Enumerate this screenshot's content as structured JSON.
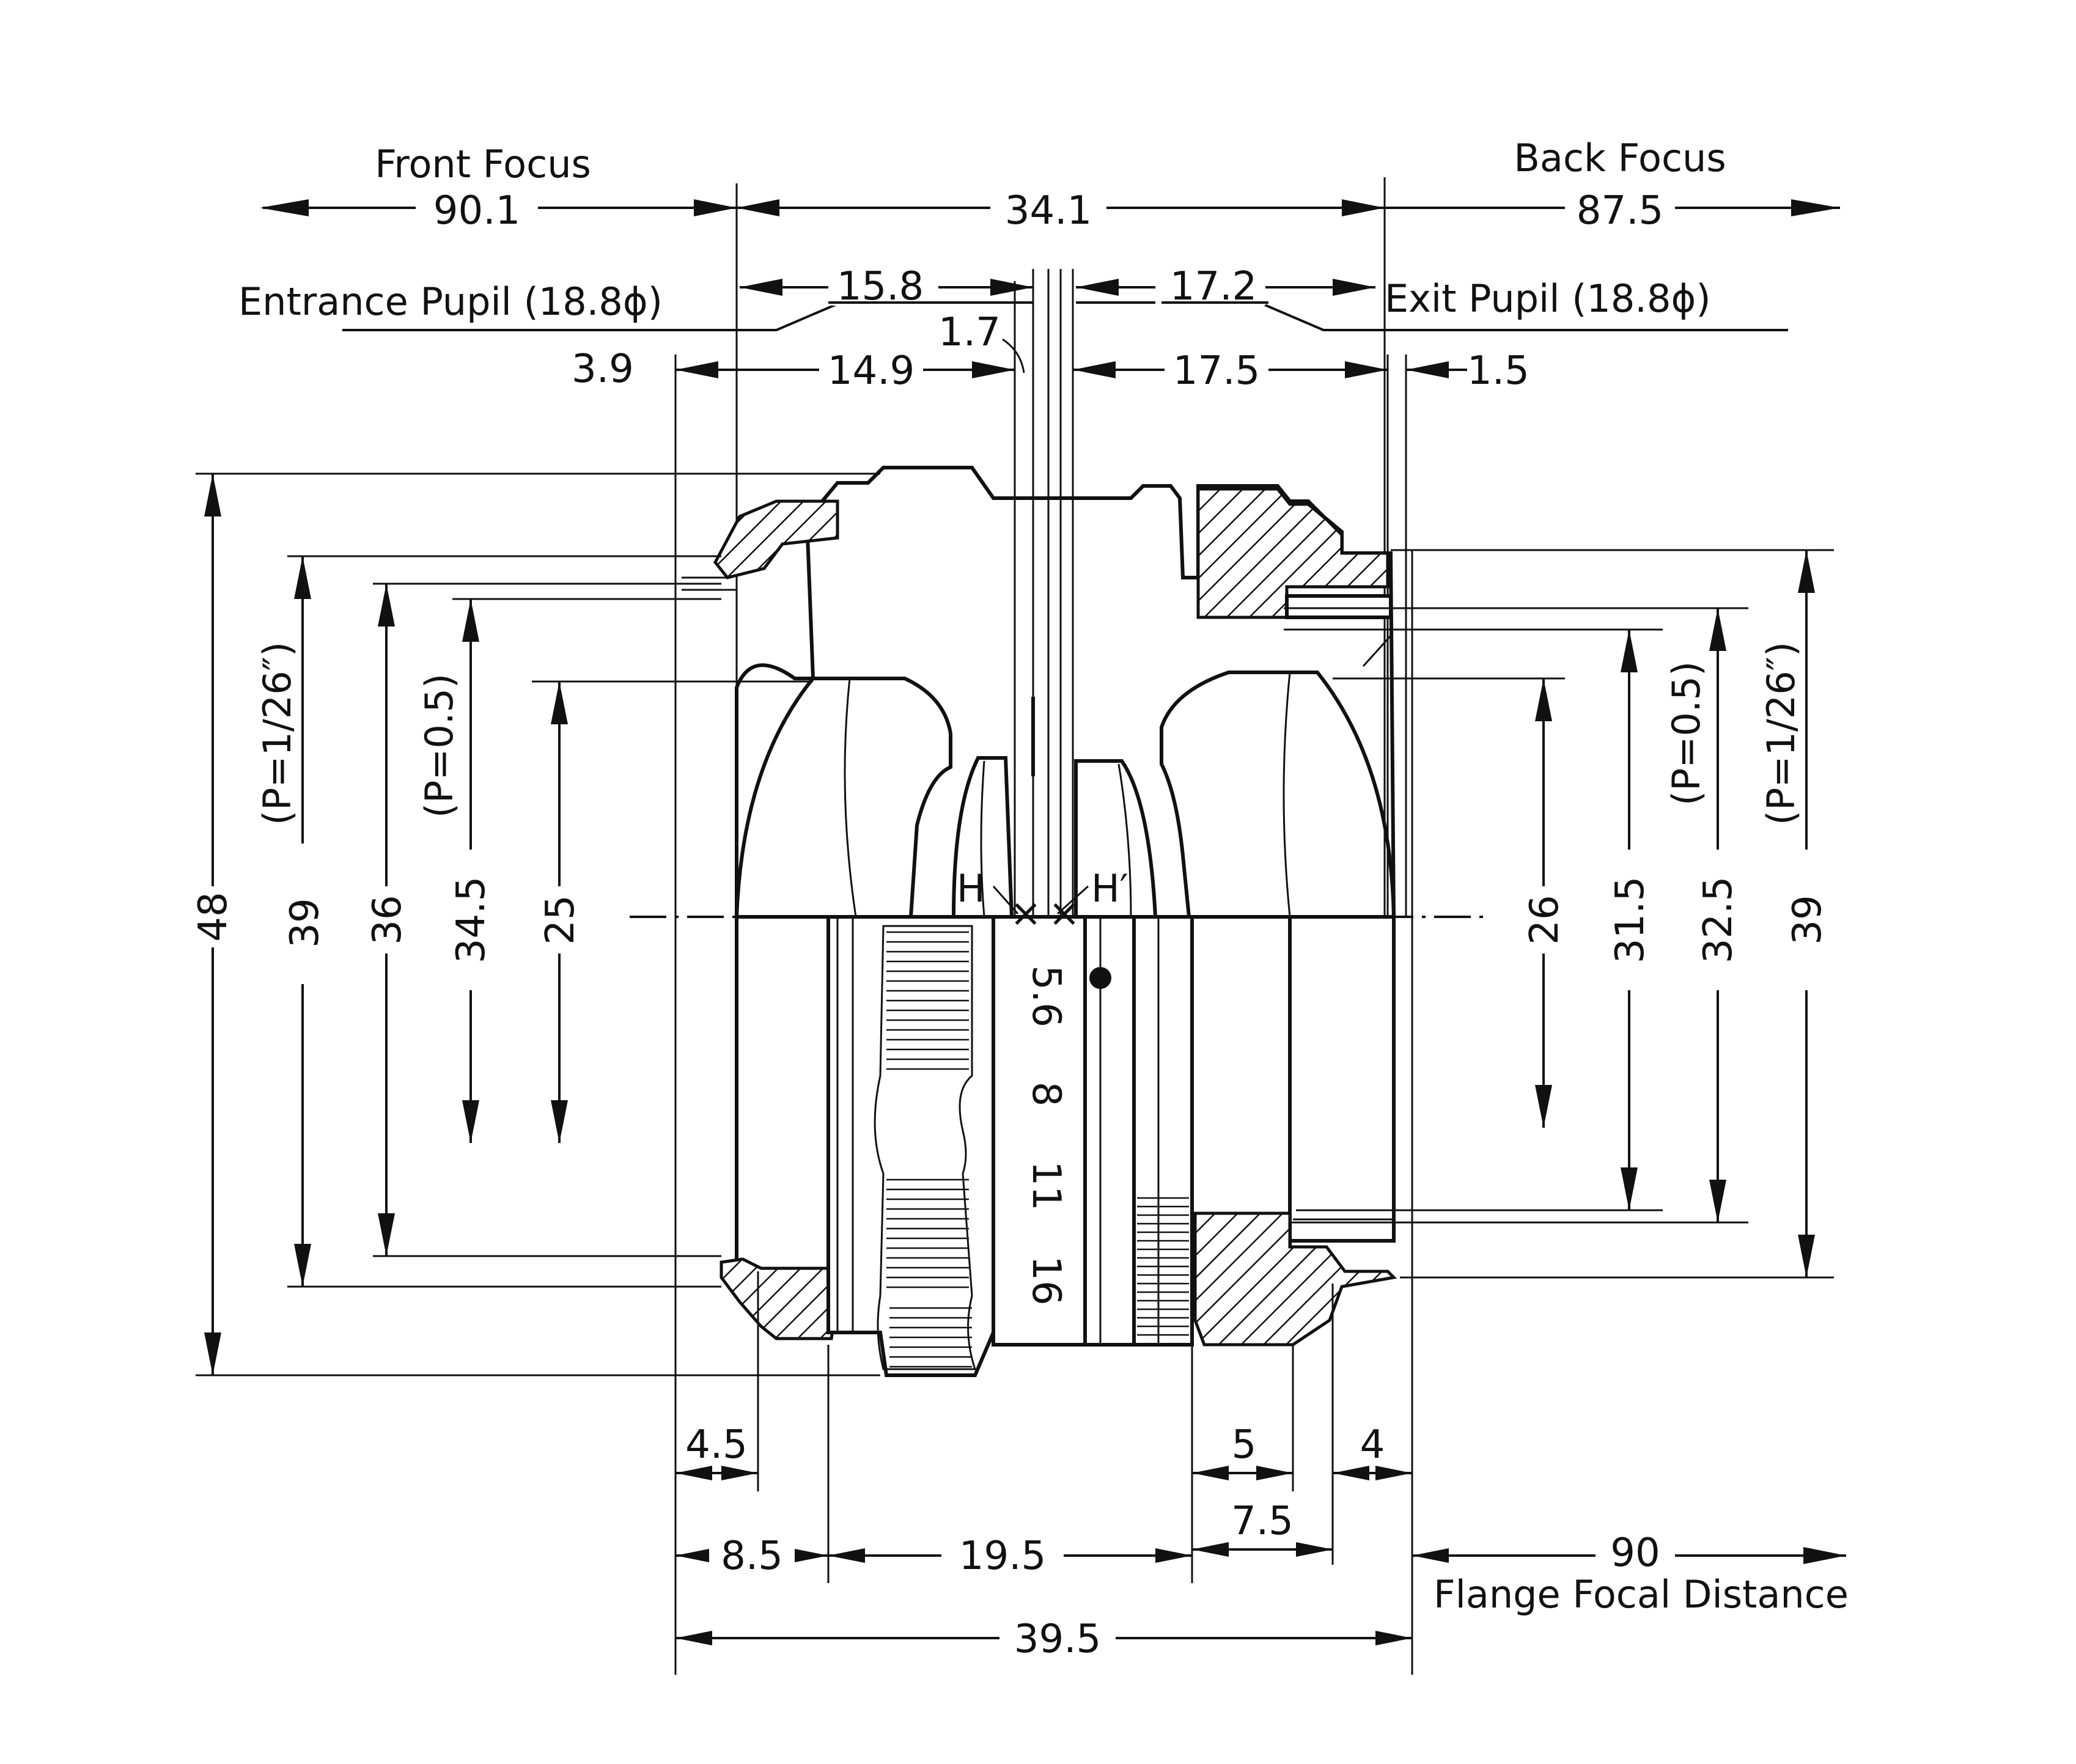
{
  "labels": {
    "front_focus": "Front Focus",
    "back_focus": "Back Focus",
    "entrance_pupil": "Entrance Pupil (18.8ϕ)",
    "exit_pupil": "Exit Pupil (18.8ϕ)",
    "flange_focal_distance": "Flange Focal Distance",
    "h": "H",
    "h_prime": "H′"
  },
  "top_dimensions": {
    "front_focus": "90.1",
    "overall_principal": "34.1",
    "back_focus": "87.5",
    "entrance_pupil_dist": "15.8",
    "exit_pupil_dist": "17.2",
    "hh_gap": "1.7",
    "d_3_9": "3.9",
    "d_14_9": "14.9",
    "d_17_5": "17.5",
    "d_1_5": "1.5"
  },
  "left_dimensions": {
    "d48": "48",
    "d39": "39",
    "thread_1_26": "(P=1/26″)",
    "d36": "36",
    "thread_0_5": "(P=0.5)",
    "d34_5": "34.5",
    "d25": "25"
  },
  "right_dimensions": {
    "d26": "26",
    "d31_5": "31.5",
    "thread_0_5": "(P=0.5)",
    "d32_5": "32.5",
    "thread_1_26": "(P=1/26″)",
    "d39": "39"
  },
  "bottom_dimensions": {
    "d4_5": "4.5",
    "d5": "5",
    "d4": "4",
    "d7_5": "7.5",
    "d8_5": "8.5",
    "d19_5": "19.5",
    "d90": "90",
    "d39_5": "39.5"
  },
  "aperture_scale": [
    "5.6",
    "8",
    "11",
    "16"
  ]
}
